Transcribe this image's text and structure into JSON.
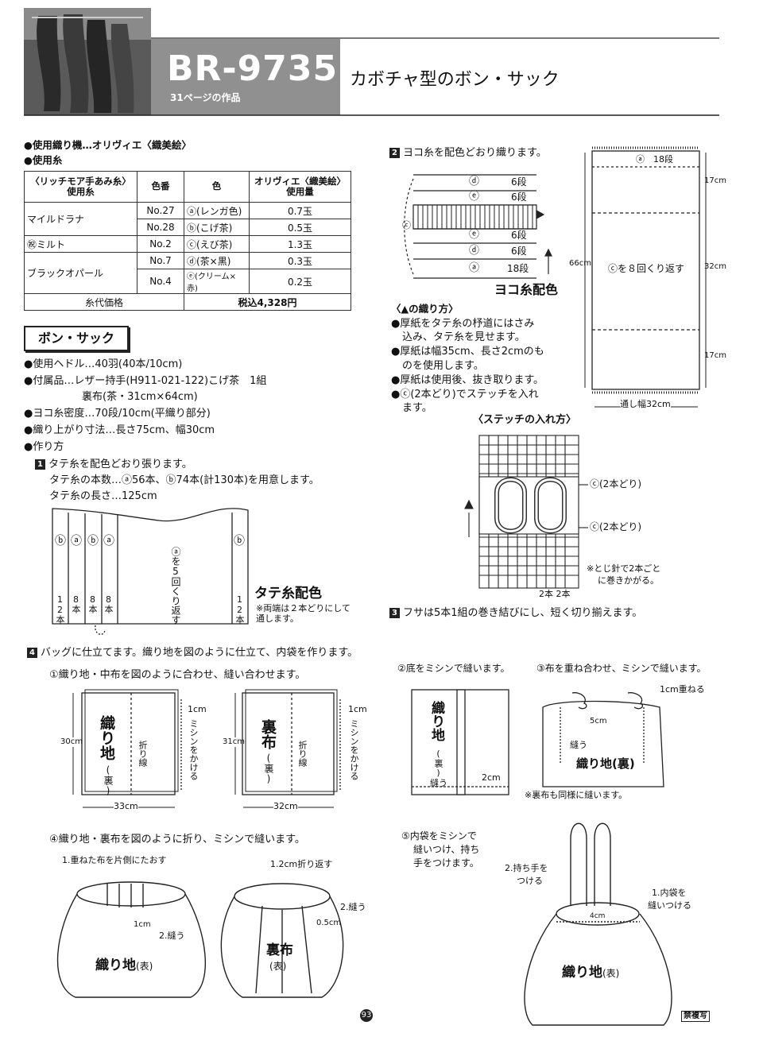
{
  "header": {
    "code": "BR-9735",
    "subtitle": "31ページの作品",
    "title": "カボチャ型のボン・サック"
  },
  "specs": {
    "loom": "●使用織り機…オリヴィエ〈織美絵〉",
    "yarn_heading": "●使用糸"
  },
  "yarn_table": {
    "headers": [
      "〈リッチモア手あみ糸〉使用糸",
      "色番",
      "色",
      "オリヴィエ〈織美絵〉使用量"
    ],
    "rows": [
      {
        "yarn": "マイルドラナ",
        "no": "No.27",
        "color": "ⓐ(レンガ色)",
        "amount": "0.7玉"
      },
      {
        "yarn": "",
        "no": "No.28",
        "color": "ⓑ(こげ茶)",
        "amount": "0.5玉"
      },
      {
        "yarn": "㊗ミルト",
        "no": "No.2",
        "color": "ⓒ(えび茶)",
        "amount": "1.3玉"
      },
      {
        "yarn": "ブラックオパール",
        "no": "No.7",
        "color": "ⓓ(茶×黒)",
        "amount": "0.3玉"
      },
      {
        "yarn": "",
        "no": "No.4",
        "color": "ⓔ(クリーム×赤)",
        "amount": "0.2玉"
      }
    ],
    "price_label": "糸代価格",
    "price_value": "税込4,328円"
  },
  "section_title": "ボン・サック",
  "materials": {
    "heddle": "●使用ヘドル…40羽(40本/10cm)",
    "parts1": "●付属品…レザー持手(H911-021-122)こげ茶　1組",
    "parts2": "裏布(茶・31cm×64cm)",
    "density": "●ヨコ糸密度…70段/10cm(平織り部分)",
    "size": "●織り上がり寸法…長さ75cm、幅30cm",
    "method": "●作り方"
  },
  "step1": {
    "num": "1",
    "text": "タテ糸を配色どおり張ります。",
    "count": "タテ糸の本数…ⓐ56本、ⓑ74本(計130本)を用意します。",
    "length": "タテ糸の長さ…125cm",
    "labels": [
      "ⓑ",
      "ⓐ",
      "ⓑ",
      "ⓐ",
      "ⓑ"
    ],
    "counts": [
      "12本",
      "8本",
      "8本",
      "8本",
      "12本"
    ],
    "repeat": "ⓐを5回くり返す",
    "caption": "タテ糸配色",
    "note": "※両端は２本どりにして通します。"
  },
  "step2": {
    "num": "2",
    "text": "ヨコ糸を配色どおり織ります。",
    "rows": [
      {
        "c": "ⓓ",
        "n": "6段"
      },
      {
        "c": "ⓔ",
        "n": "6段"
      },
      {
        "c": "ⓔ",
        "n": "6段"
      },
      {
        "c": "ⓓ",
        "n": "6段"
      },
      {
        "c": "ⓐ",
        "n": "18段"
      }
    ],
    "side": "ⓒ",
    "caption": "ヨコ糸配色",
    "howto_title": "〈▲の織り方〉",
    "howto": [
      "●厚紙をタテ糸の杼道にはさみ",
      "込み、タテ糸を見せます。",
      "●厚紙は幅35cm、長さ2cmのも",
      "のを使用します。",
      "●厚紙は使用後、抜き取ります。",
      "●ⓒ(2本どり)でステッチを入れ",
      "ます。"
    ],
    "panel_top": "ⓐ　18段",
    "panel_mid": "ⓒを８回くり返す",
    "dim17a": "17cm",
    "dim32": "32cm",
    "dim17b": "17cm",
    "dim66": "66cm",
    "width": "通し幅32cm"
  },
  "stitch": {
    "title": "〈ステッチの入れ方〉",
    "c1": "ⓒ(2本どり)",
    "c2": "ⓒ(2本どり)",
    "note1": "※とじ針で2本ごと",
    "note2": "に巻きかがる。",
    "bottom": "2本 2本"
  },
  "step3": {
    "num": "3",
    "text": "フサは5本1組の巻き結びにし、短く切り揃えます。"
  },
  "step4": {
    "num": "4",
    "text": "バッグに仕立てます。織り地を図のように仕立て、内袋を作ります。",
    "sub1": "①織り地・中布を図のように合わせ、縫い合わせます。",
    "left_label": "織り地",
    "left_sub": "(裏)",
    "fold": "折り線",
    "sew": "ミシンをかける",
    "cm1": "1cm",
    "h30": "30cm",
    "w33": "33cm",
    "mid_label": "裏布",
    "mid_sub": "(裏)",
    "h31": "31cm",
    "w32": "32cm",
    "sub2": "②底をミシンで縫います。",
    "sub3": "③布を重ね合わせ、ミシンで縫います。",
    "r_label": "織り地",
    "r_sub": "(裏)",
    "r_sew": "縫う",
    "r_2cm": "2cm",
    "r3_1cm": "1cm重ねる",
    "r3_5cm": "5cm",
    "r3_sew": "縫う",
    "r3_label": "織り地(裏)",
    "r3_note": "※裏布も同様に縫います。",
    "sub4": "④織り地・裏布を図のように折り、ミシンで縫います。",
    "b1_note": "1.重ねた布を片側にたおす",
    "b1_1cm": "1cm",
    "b1_sew": "2.縫う",
    "b1_label": "織り地",
    "b1_sub": "(表)",
    "b2_note": "1.2cm折り返す",
    "b2_sew": "2.縫う",
    "b2_05": "0.5cm",
    "b2_label": "裏布",
    "b2_sub": "(表)",
    "sub5a": "⑤内袋をミシンで",
    "sub5b": "縫いつけ、持ち",
    "sub5c": "手をつけます。",
    "b3_handle1": "2.持ち手を",
    "b3_handle2": "つける",
    "b3_bag1": "1.内袋を",
    "b3_bag2": "縫いつける",
    "b3_4cm": "4cm",
    "b3_label": "織り地",
    "b3_sub": "(表)"
  },
  "footer": {
    "page": "93",
    "stamp": "禁複写"
  }
}
